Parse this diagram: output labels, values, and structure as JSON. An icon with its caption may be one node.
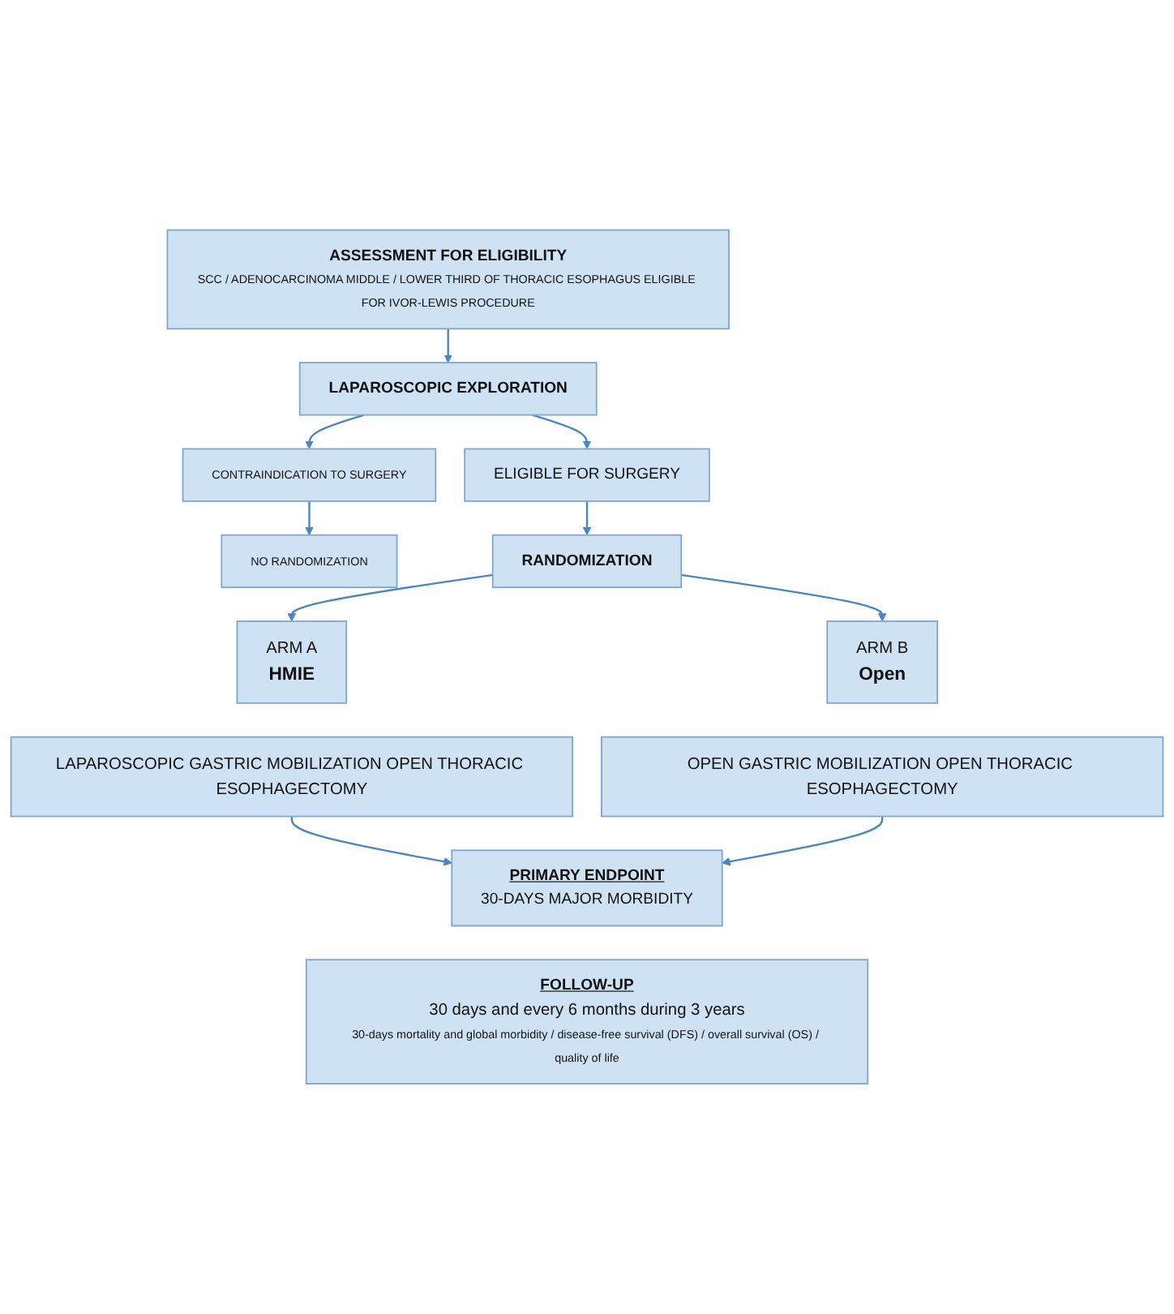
{
  "diagram": {
    "nodes": [
      {
        "text": [
          "ASSESSMENT FOR ELIGIBILITY",
          "SCC / ADENOCARCINOMA MIDDLE / LOWER THIRD OF THORACIC ESOPHAGUS ELIGIBLE FOR IVOR-LEWIS PROCEDURE"
        ]
      },
      {
        "text": [
          "CONTRAINDICATION TO SURGERY"
        ]
      },
      {
        "text": [
          "LAPAROSCOPIC EXPLORATION"
        ]
      },
      {
        "text": [
          "NO RANDOMIZATION"
        ]
      },
      {
        "text": [
          "ELIGIBLE FOR SURGERY"
        ]
      },
      {
        "text": [
          "RANDOMIZATION"
        ]
      },
      {
        "text": [
          "ARM A",
          "HMIE"
        ]
      },
      {
        "text": [
          "ARM B",
          "Open"
        ]
      },
      {
        "text": [
          "LAPAROSCOPIC GASTRIC MOBILIZATION OPEN THORACIC ESOPHAGECTOMY"
        ]
      },
      {
        "text": [
          "OPEN GASTRIC MOBILIZATION OPEN THORACIC ESOPHAGECTOMY"
        ]
      },
      {
        "text": [
          "PRIMARY ENDPOINT",
          "30-DAYS MAJOR MORBIDITY"
        ]
      },
      {
        "text": [
          "FOLLOW-UP",
          "30 days and every 6 months during 3 years",
          "30-days mortality and global morbidity / disease-free survival (DFS) / overall survival (OS) / quality of life"
        ]
      }
    ],
    "edges": [
      {
        "from": 0,
        "to": 2,
        "arrow": "to"
      },
      {
        "from": 2,
        "to": 1,
        "arrow": "to"
      },
      {
        "from": 1,
        "to": 3,
        "arrow": "to"
      },
      {
        "from": 2,
        "to": 4,
        "arrow": "to"
      },
      {
        "from": 4,
        "to": 5,
        "arrow": "to"
      },
      {
        "from": 5,
        "to": 6,
        "arrow": "to"
      },
      {
        "from": 5,
        "to": 7,
        "arrow": "to"
      },
      {
        "from": 8,
        "to": 10,
        "arrow": "to"
      },
      {
        "from": 9,
        "to": 10,
        "arrow": "to"
      }
    ]
  }
}
